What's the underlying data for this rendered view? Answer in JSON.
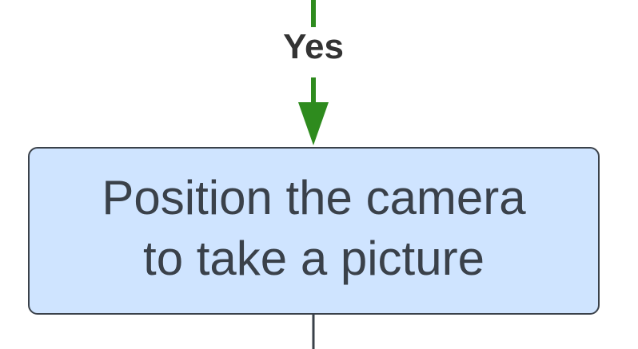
{
  "edge": {
    "label": "Yes",
    "color": "#2e8b1e"
  },
  "node": {
    "line1": "Position the camera",
    "line2": "to take a picture",
    "fill": "#cfe4ff",
    "stroke": "#3a414a"
  },
  "exit_edge": {
    "color": "#3a414a"
  }
}
